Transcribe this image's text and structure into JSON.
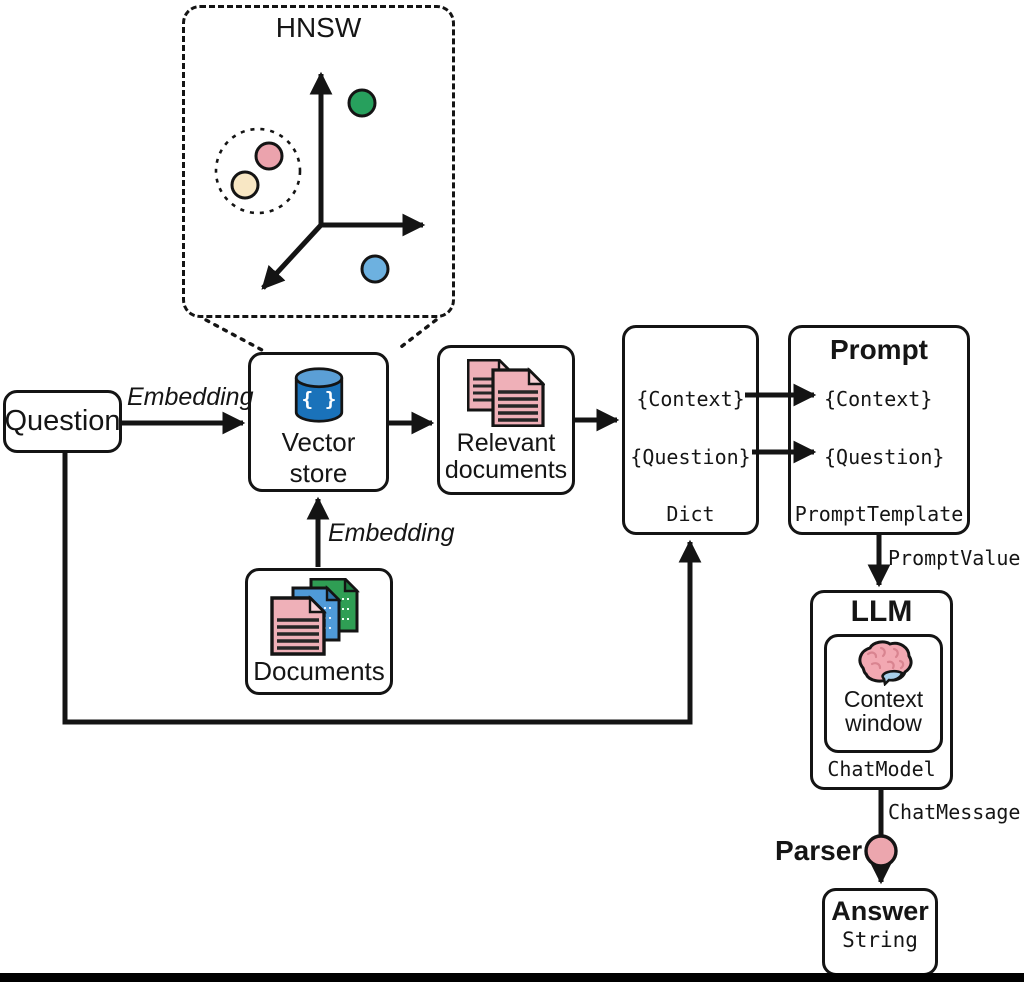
{
  "hnsw": {
    "title": "HNSW"
  },
  "pipeline": {
    "question_label": "Question",
    "embedding_query_label": "Embedding",
    "embedding_docs_label": "Embedding",
    "vector_store_label": "Vector store",
    "vector_store_glyph": "{ }",
    "relevant_documents_label": "Relevant documents",
    "documents_label": "Documents",
    "dict": {
      "field_context": "{Context}",
      "field_question": "{Question}",
      "type_label": "Dict"
    },
    "prompt": {
      "title": "Prompt",
      "field_context": "{Context}",
      "field_question": "{Question}",
      "type_label": "PromptTemplate"
    },
    "edge_prompt_value_label": "PromptValue",
    "llm": {
      "title": "LLM",
      "context_window_label": "Context window",
      "type_label": "ChatModel"
    },
    "edge_chat_message_label": "ChatMessage",
    "parser_label": "Parser",
    "answer": {
      "title": "Answer",
      "type_label": "String"
    }
  },
  "colors": {
    "vector-blue": "#1a72ba",
    "vector-blue-light": "#5b9fd6",
    "dot-green": "#27a05d",
    "dot-pink": "#eba3ad",
    "dot-cream": "#f8e7c4",
    "dot-blue": "#6db1e0",
    "doc-pink": "#efb0b8",
    "doc-pink-fold": "#f8d2d7",
    "doc-blue": "#4f9ad8",
    "doc-blue-fold": "#2e76ad",
    "doc-green": "#2f9e54",
    "doc-green-fold": "#1e7c41",
    "brain-pink": "#f2a8b2",
    "brain-pink-dark": "#d98490",
    "brain-blue": "#a9cfea",
    "parser-pink": "#eca6ae"
  }
}
